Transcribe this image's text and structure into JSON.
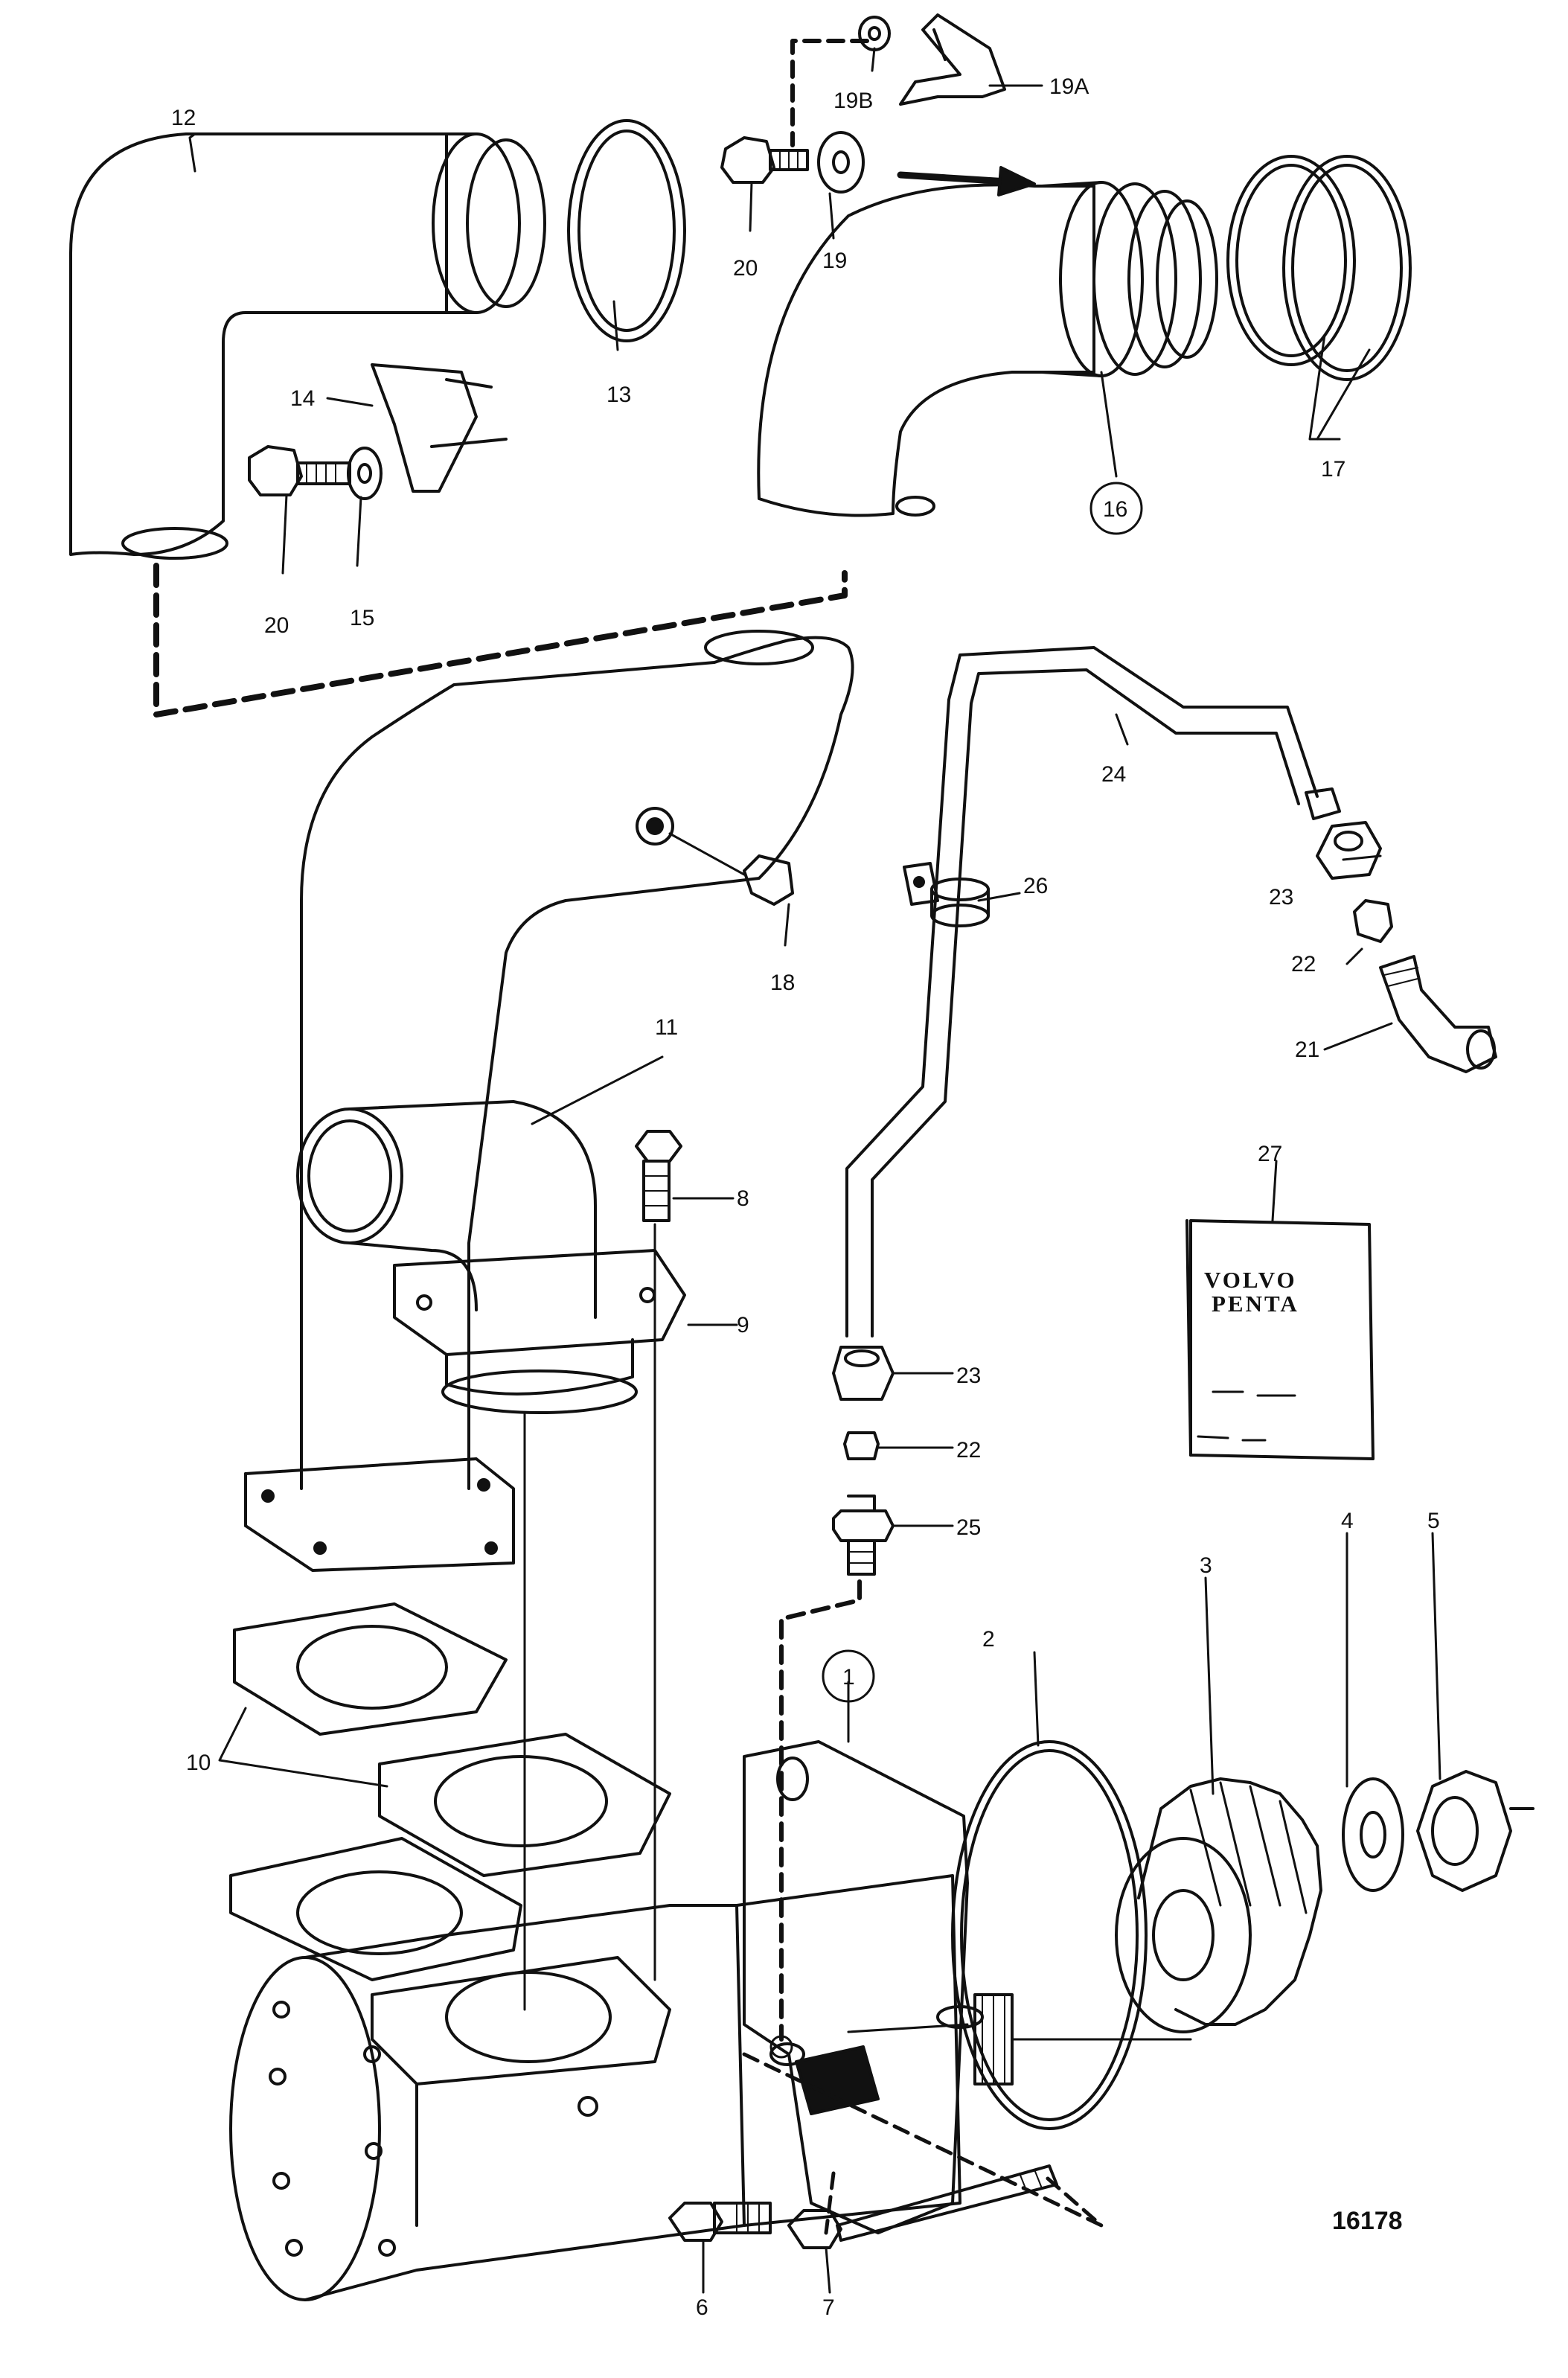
{
  "figure_number": "16178",
  "brand_label": {
    "line1": "VOLVO",
    "line2": "PENTA"
  },
  "parts": {
    "p1": "1",
    "p2": "2",
    "p3": "3",
    "p4": "4",
    "p5": "5",
    "p6": "6",
    "p7": "7",
    "p8": "8",
    "p9": "9",
    "p10": "10",
    "p11": "11",
    "p12": "12",
    "p13": "13",
    "p14": "14",
    "p15": "15",
    "p16": "16",
    "p17": "17",
    "p18": "18",
    "p19": "19",
    "p19a": "19A",
    "p19b": "19B",
    "p20a": "20",
    "p20b": "20",
    "p21": "21",
    "p22a": "22",
    "p22b": "22",
    "p23a": "23",
    "p23b": "23",
    "p24": "24",
    "p25": "25",
    "p26": "26",
    "p27": "27"
  },
  "colors": {
    "ink": "#111111",
    "paper": "#ffffff"
  }
}
